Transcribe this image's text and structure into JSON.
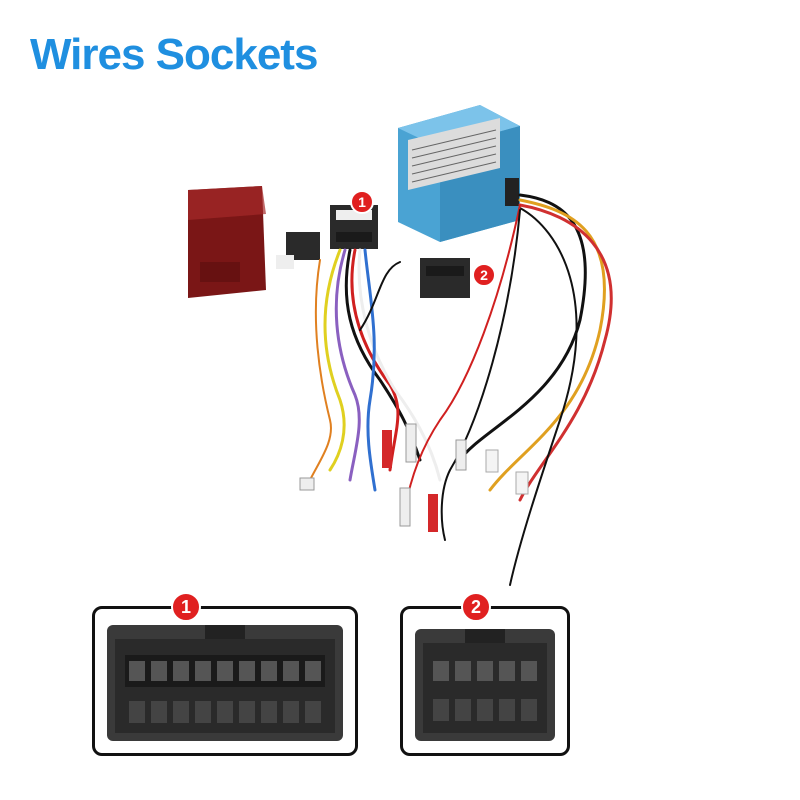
{
  "header": {
    "title": "Wires Sockets"
  },
  "callouts": {
    "socket1": "1",
    "socket2": "2"
  },
  "colors": {
    "title": "#1f8fe0",
    "badge": "#e02020",
    "module_blue": "#5aaed8",
    "module_red": "#8a1c1c",
    "connector": "#2a2a2a",
    "rca_red": "#d4282a"
  }
}
